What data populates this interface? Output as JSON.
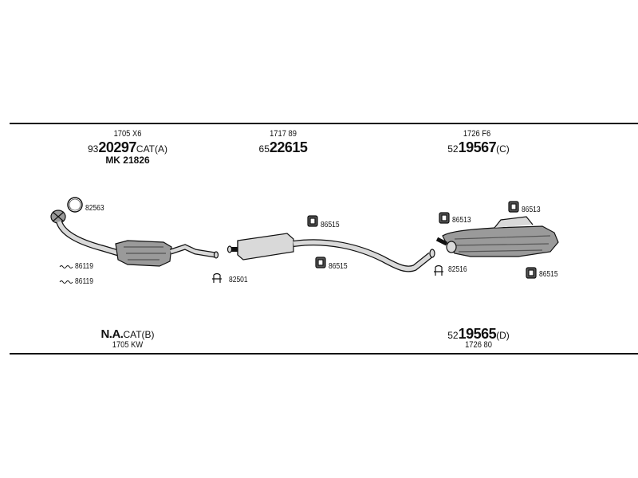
{
  "sections": {
    "front": {
      "code": "1705 X6",
      "pre": "93",
      "main": "20297",
      "suf": "CAT(A)",
      "extra": "MK  21826"
    },
    "middle": {
      "code": "1717 89",
      "pre": "65",
      "main": "22615"
    },
    "rear": {
      "code": "1726 F6",
      "pre": "52",
      "main": "19567",
      "suf": "(C)"
    }
  },
  "footer": {
    "left": {
      "main": "N.A.",
      "suf": "CAT(B)",
      "code": "1705 KW"
    },
    "right": {
      "pre": "52",
      "main": "19565",
      "suf": "(D)",
      "code": "1726 80"
    }
  },
  "parts": {
    "p82563": "82563",
    "p86119a": "86119",
    "p86119b": "86119",
    "p82501": "82501",
    "p86515a": "86515",
    "p86515b": "86515",
    "p86513a": "86513",
    "p86513b": "86513",
    "p82516": "82516",
    "p86515c": "86515"
  },
  "colors": {
    "line": "#111111",
    "fill_light": "#d9d9d9",
    "fill_mid": "#9a9a9a",
    "fill_dark": "#555555"
  }
}
